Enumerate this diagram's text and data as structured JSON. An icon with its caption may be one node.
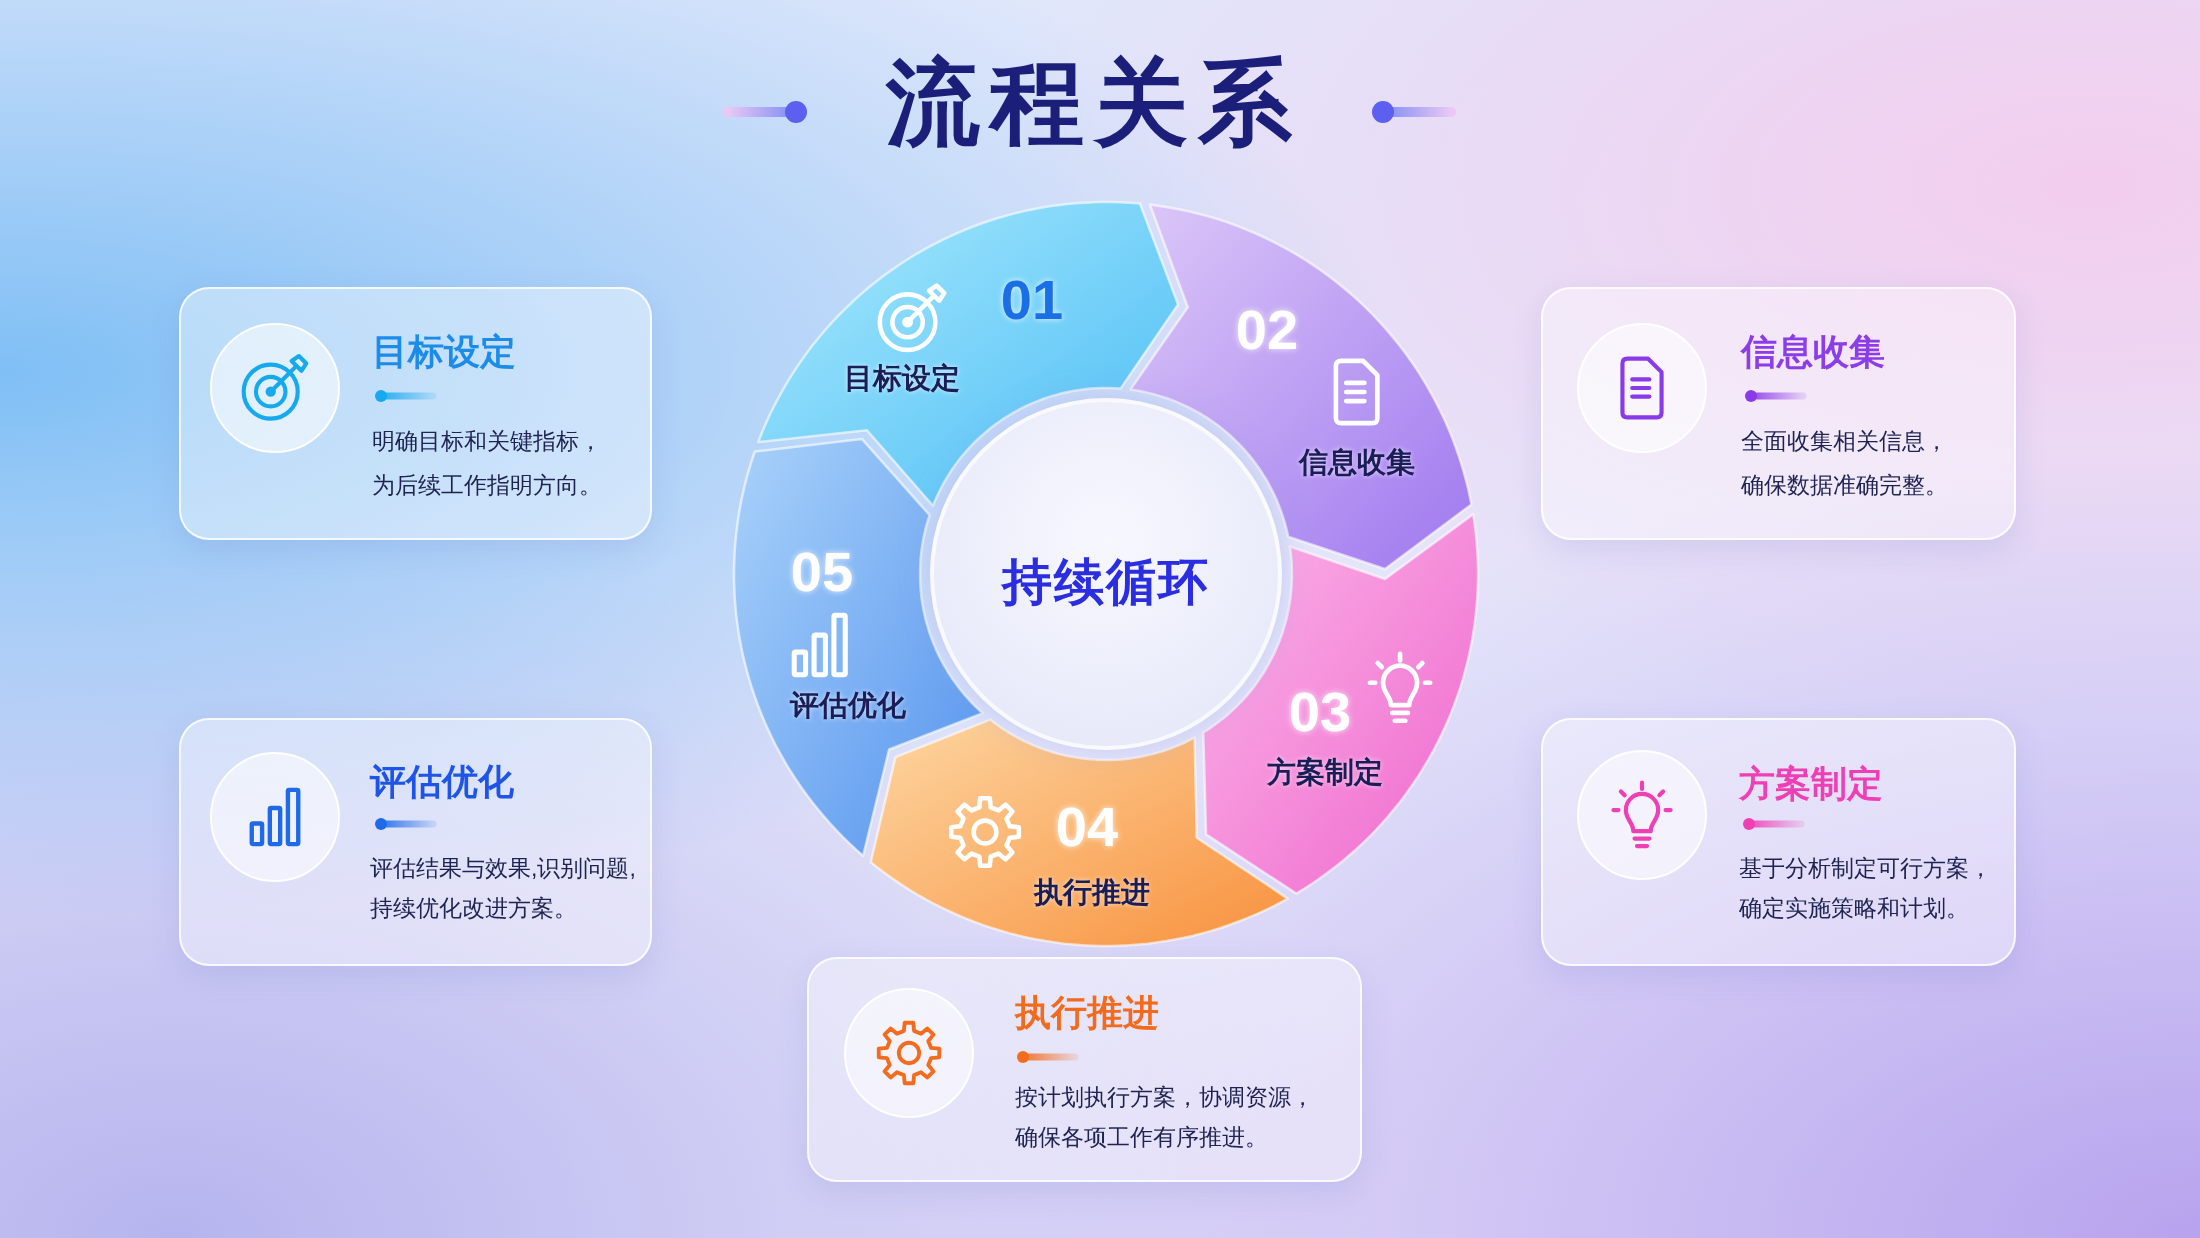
{
  "diagram": {
    "title": "流程关系",
    "nodes": [
      {
        "text": [
          "01",
          "目标设定"
        ]
      },
      {
        "text": [
          "02",
          "信息收集"
        ]
      },
      {
        "text": [
          "03",
          "方案制定"
        ]
      },
      {
        "text": [
          "04",
          "执行推进"
        ]
      },
      {
        "text": [
          "05",
          "评估优化"
        ]
      },
      {
        "text": [
          "持续循环"
        ]
      },
      {
        "text": [
          "目标设定",
          "明确目标和关键指标，为后续工作指明方向。"
        ]
      },
      {
        "text": [
          "信息收集",
          "全面收集相关信息，确保数据准确完整。"
        ]
      },
      {
        "text": [
          "评估优化",
          "评估结果与效果,识别问题,持续优化改进方案。"
        ]
      },
      {
        "text": [
          "方案制定",
          "基于分析制定可行方案，确定实施策略和计划。"
        ]
      },
      {
        "text": [
          "执行推进",
          "按计划执行方案，协调资源，确保各项工作有序推进。"
        ]
      }
    ]
  }
}
